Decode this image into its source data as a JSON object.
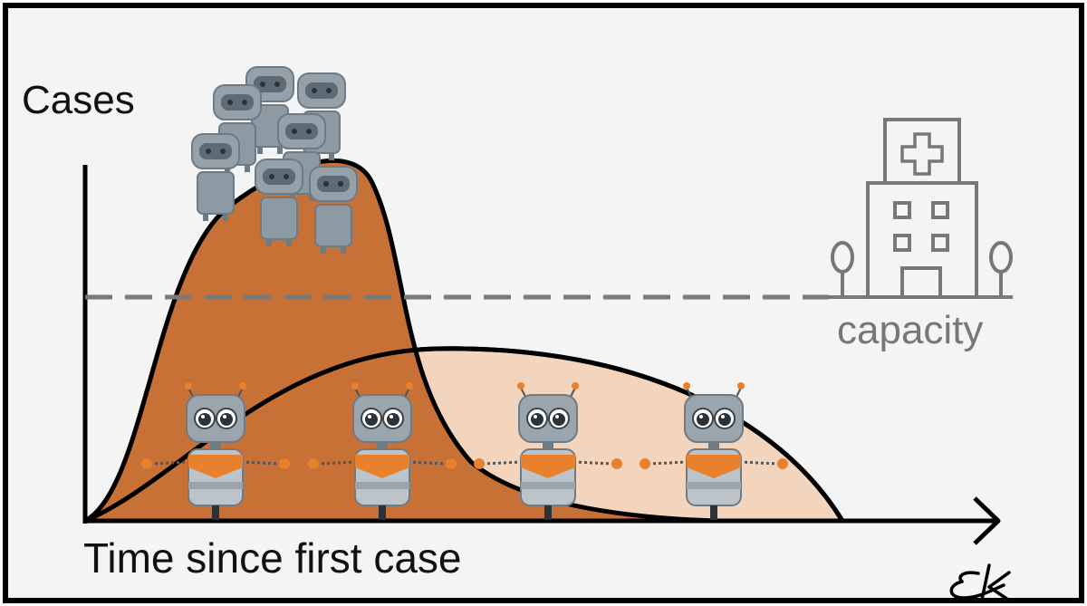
{
  "labels": {
    "y_axis": "Cases",
    "x_axis": "Time since first case",
    "capacity": "capacity"
  },
  "signature": "EK",
  "colors": {
    "background": "#f4f4f4",
    "frame": "#000000",
    "steep_curve_fill": "#c87137",
    "flat_curve_fill": "#f3d5bd",
    "capacity_line": "#7a7a7a",
    "hospital": "#777777",
    "robot_body": "#8d99a3",
    "robot_accent": "#e8812e"
  },
  "icons": [
    "hospital-icon",
    "tree-icon",
    "robot-icon",
    "signature-mark"
  ]
}
